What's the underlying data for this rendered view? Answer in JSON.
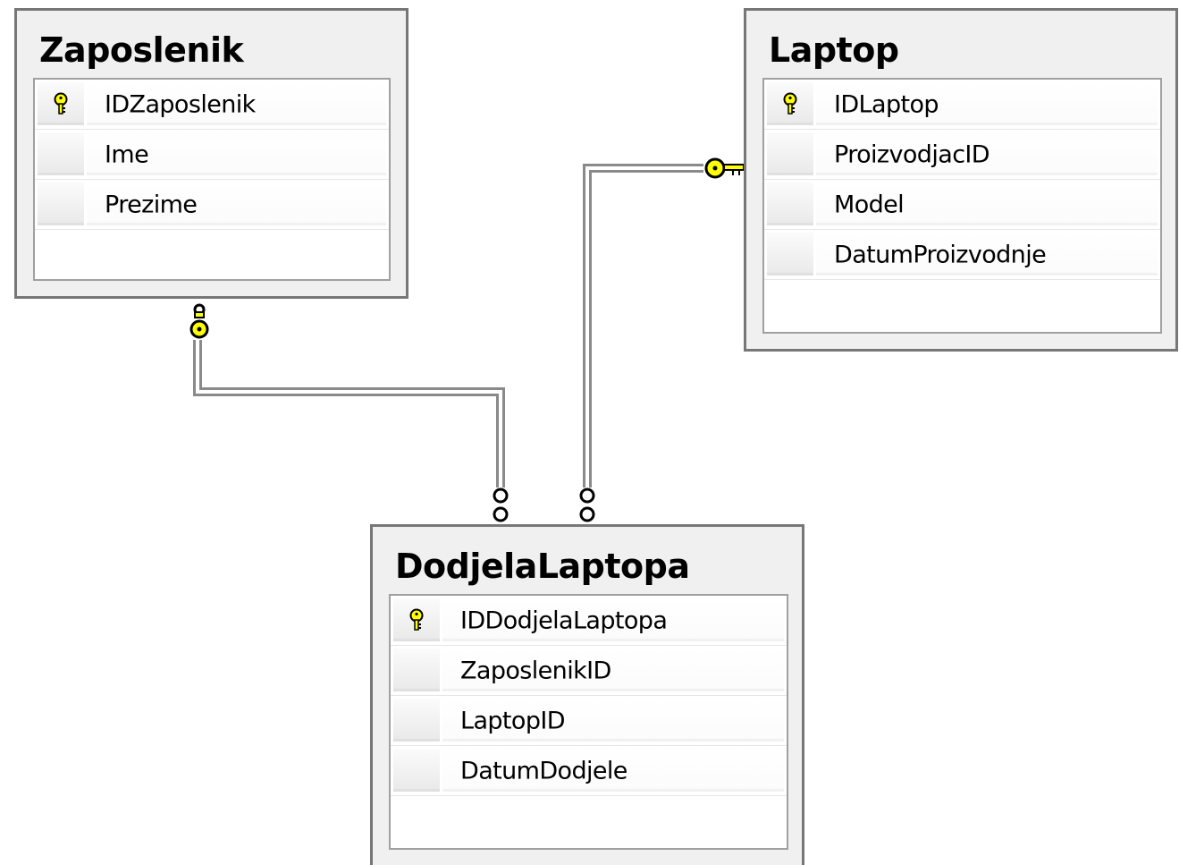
{
  "colors": {
    "table_border": "#777777",
    "table_background": "#f0f0f0",
    "grid_border": "#a0a0a0",
    "connector_line": "#8a8a8a",
    "key_yellow": "#ffff00"
  },
  "tables": [
    {
      "id": "zaposlenik",
      "title": "Zaposlenik",
      "columns": [
        {
          "name": "IDZaposlenik",
          "primary_key": true
        },
        {
          "name": "Ime",
          "primary_key": false
        },
        {
          "name": "Prezime",
          "primary_key": false
        }
      ]
    },
    {
      "id": "laptop",
      "title": "Laptop",
      "columns": [
        {
          "name": "IDLaptop",
          "primary_key": true
        },
        {
          "name": "ProizvodjacID",
          "primary_key": false
        },
        {
          "name": "Model",
          "primary_key": false
        },
        {
          "name": "DatumProizvodnje",
          "primary_key": false
        }
      ]
    },
    {
      "id": "dodjelalaptopa",
      "title": "DodjelaLaptopa",
      "columns": [
        {
          "name": "IDDodjelaLaptopa",
          "primary_key": true
        },
        {
          "name": "ZaposlenikID",
          "primary_key": false
        },
        {
          "name": "LaptopID",
          "primary_key": false
        },
        {
          "name": "DatumDodjele",
          "primary_key": false
        }
      ]
    }
  ],
  "relationships": [
    {
      "from": "zaposlenik",
      "to": "dodjelalaptopa",
      "from_end": "one (key)",
      "to_end": "many (infinity)"
    },
    {
      "from": "laptop",
      "to": "dodjelalaptopa",
      "from_end": "one (key)",
      "to_end": "many (infinity)"
    }
  ]
}
